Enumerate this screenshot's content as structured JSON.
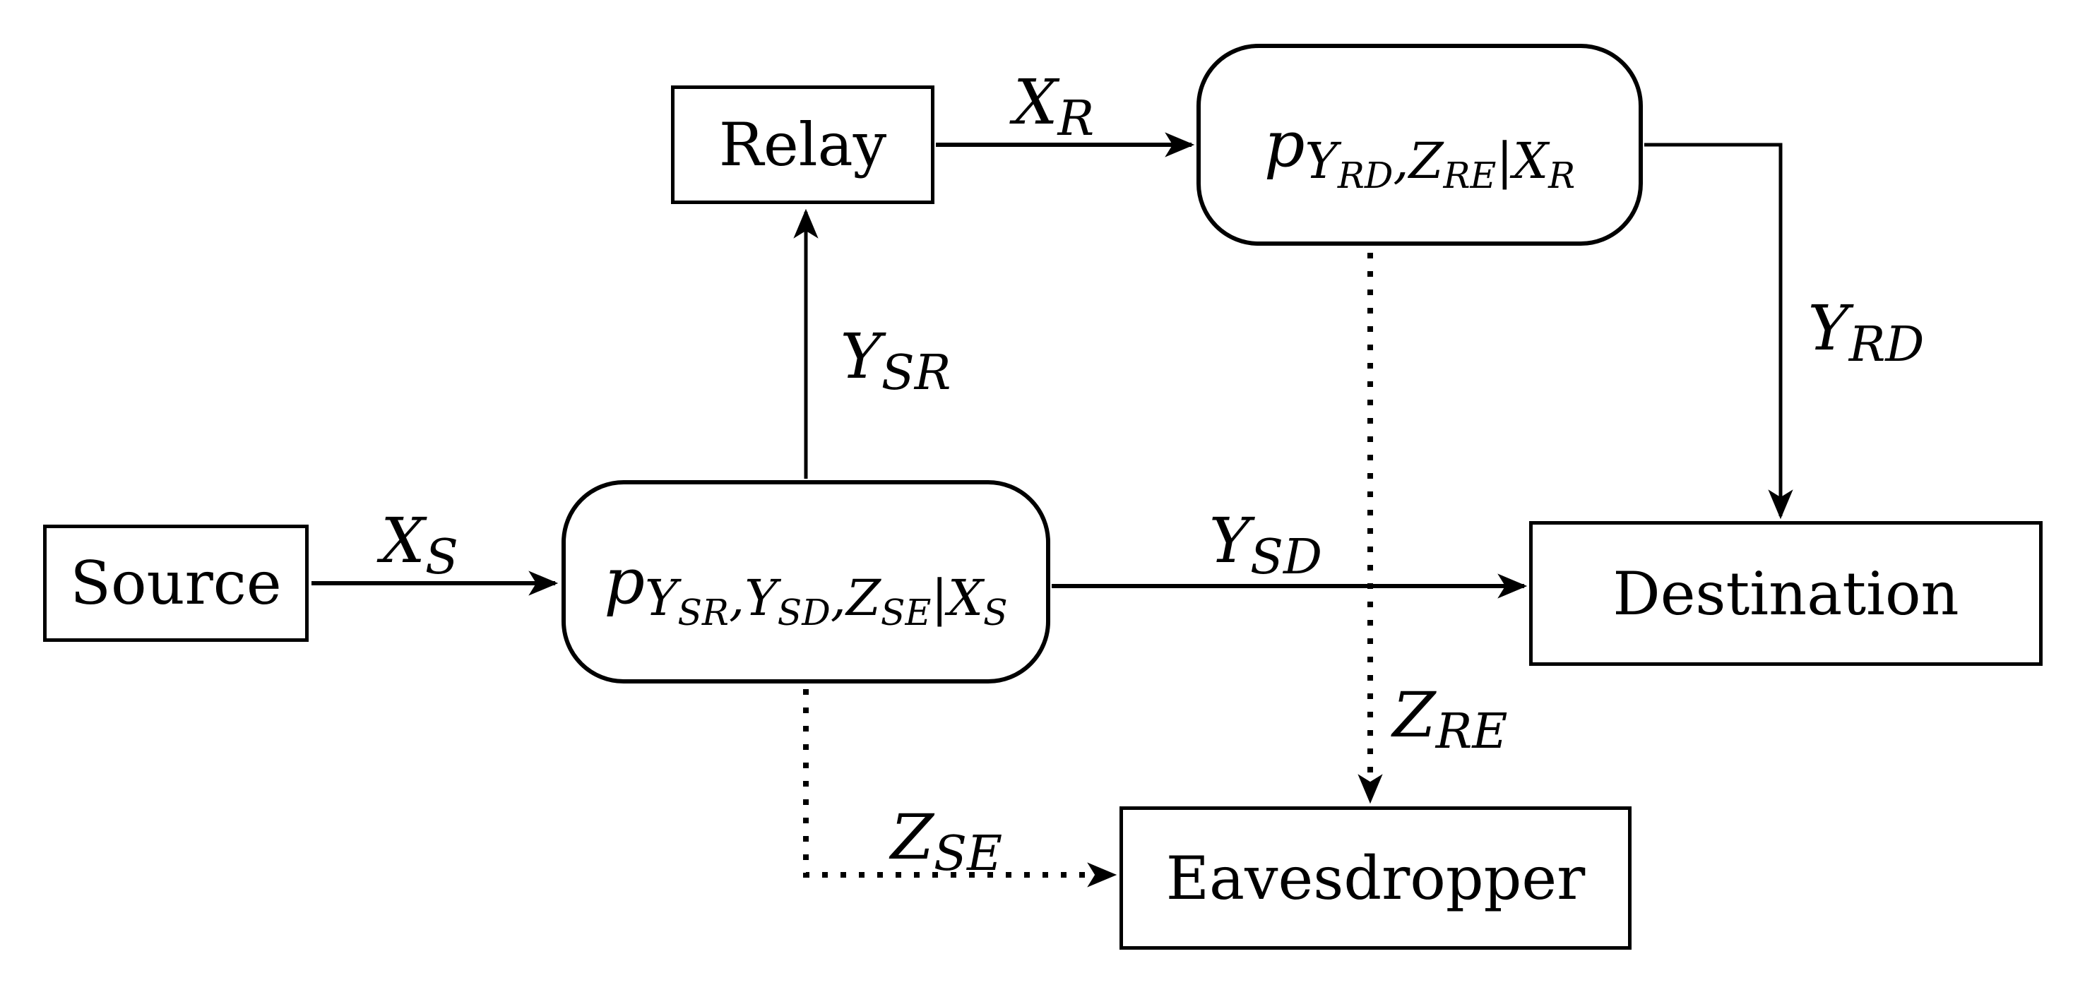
{
  "figure": {
    "background": "#ffffff",
    "line_color": "#000000",
    "description": "Relay channel with eavesdropper block diagram"
  },
  "nodes": {
    "source": {
      "label": "Source"
    },
    "relay": {
      "label": "Relay"
    },
    "destination": {
      "label": "Destination"
    },
    "eavesdropper": {
      "label": "Eavesdropper"
    },
    "source_channel": {
      "formula_plain": "p_{Y_SR,Y_SD,Z_SE|X_S}",
      "formula": {
        "base": "p",
        "sub": [
          {
            "t": "Y",
            "s": "SR"
          },
          {
            "t": ","
          },
          {
            "t": "Y",
            "s": "SD"
          },
          {
            "t": ","
          },
          {
            "t": "Z",
            "s": "SE"
          },
          {
            "t": "|"
          },
          {
            "t": "X",
            "s": "S"
          }
        ]
      }
    },
    "relay_channel": {
      "formula_plain": "p_{Y_RD,Z_RE|X_R}",
      "formula": {
        "base": "p",
        "sub": [
          {
            "t": "Y",
            "s": "RD"
          },
          {
            "t": ","
          },
          {
            "t": "Z",
            "s": "RE"
          },
          {
            "t": "|"
          },
          {
            "t": "X",
            "s": "R"
          }
        ]
      }
    }
  },
  "edges": {
    "xs": {
      "base": "X",
      "sub": "S",
      "style": "solid"
    },
    "ysr": {
      "base": "Y",
      "sub": "SR",
      "style": "solid"
    },
    "xr": {
      "base": "X",
      "sub": "R",
      "style": "solid"
    },
    "yrd": {
      "base": "Y",
      "sub": "RD",
      "style": "solid"
    },
    "ysd": {
      "base": "Y",
      "sub": "SD",
      "style": "solid"
    },
    "zre": {
      "base": "Z",
      "sub": "RE",
      "style": "dotted"
    },
    "zse": {
      "base": "Z",
      "sub": "SE",
      "style": "dotted"
    }
  }
}
